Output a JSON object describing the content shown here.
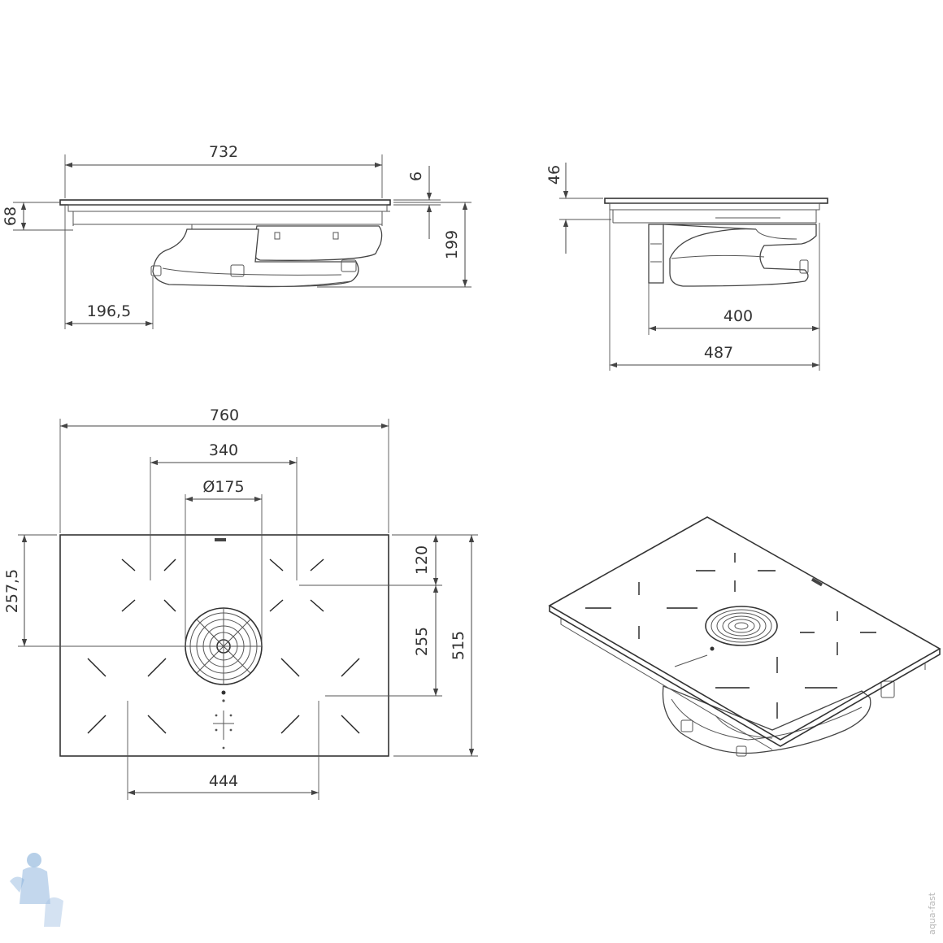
{
  "colors": {
    "line": "#333333",
    "watermark": "#b9b9b9",
    "mascot": "#7aa7d6"
  },
  "side_view": {
    "width": "732",
    "glass_thickness": "6",
    "depth_68": "68",
    "total_height": "199",
    "fan_offset": "196,5"
  },
  "end_view": {
    "top_height": "46",
    "fan_depth": "400",
    "total_depth": "487"
  },
  "top_view": {
    "width": "760",
    "zone_span": "340",
    "duct_diameter": "Ø175",
    "rear_zone_offset": "120",
    "vent_center_offset": "257,5",
    "zone_spacing": "255",
    "depth": "515",
    "front_zone_span": "444"
  },
  "watermark": {
    "text": "aqua-fast"
  },
  "icons": [
    "plumber-mascot-icon",
    "cooking-zone-mark-icon",
    "vent-grille-icon"
  ]
}
